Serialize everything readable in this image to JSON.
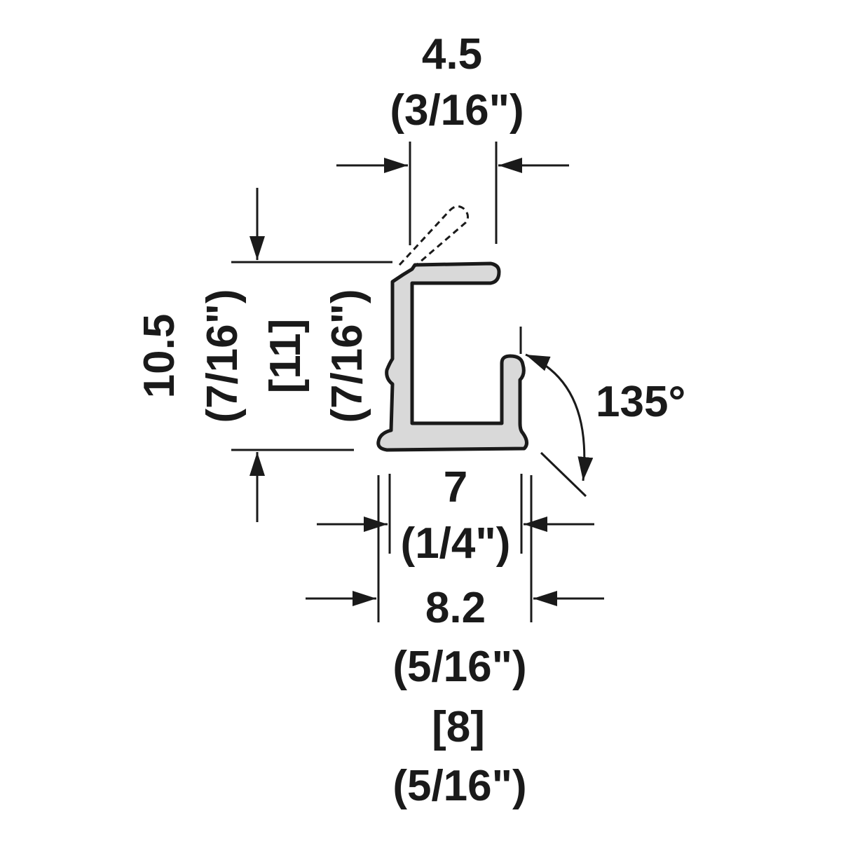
{
  "colors": {
    "line": "#1a1a1a",
    "profile_fill": "#d9d9d9",
    "background": "#ffffff"
  },
  "dimensions": {
    "top_width": {
      "value": "4.5",
      "imperial": "(3/16\")"
    },
    "left_height": {
      "value": "10.5",
      "imperial": "(7/16\")"
    },
    "mid_height": {
      "value": "[11]",
      "imperial": "(7/16\")"
    },
    "angle": {
      "value": "135°"
    },
    "inner_width": {
      "value": "7",
      "imperial": "(1/4\")"
    },
    "outer_width": {
      "value": "8.2",
      "imperial": "(5/16\")",
      "alt_value": "[8]",
      "alt_imperial": "(5/16\")"
    }
  }
}
